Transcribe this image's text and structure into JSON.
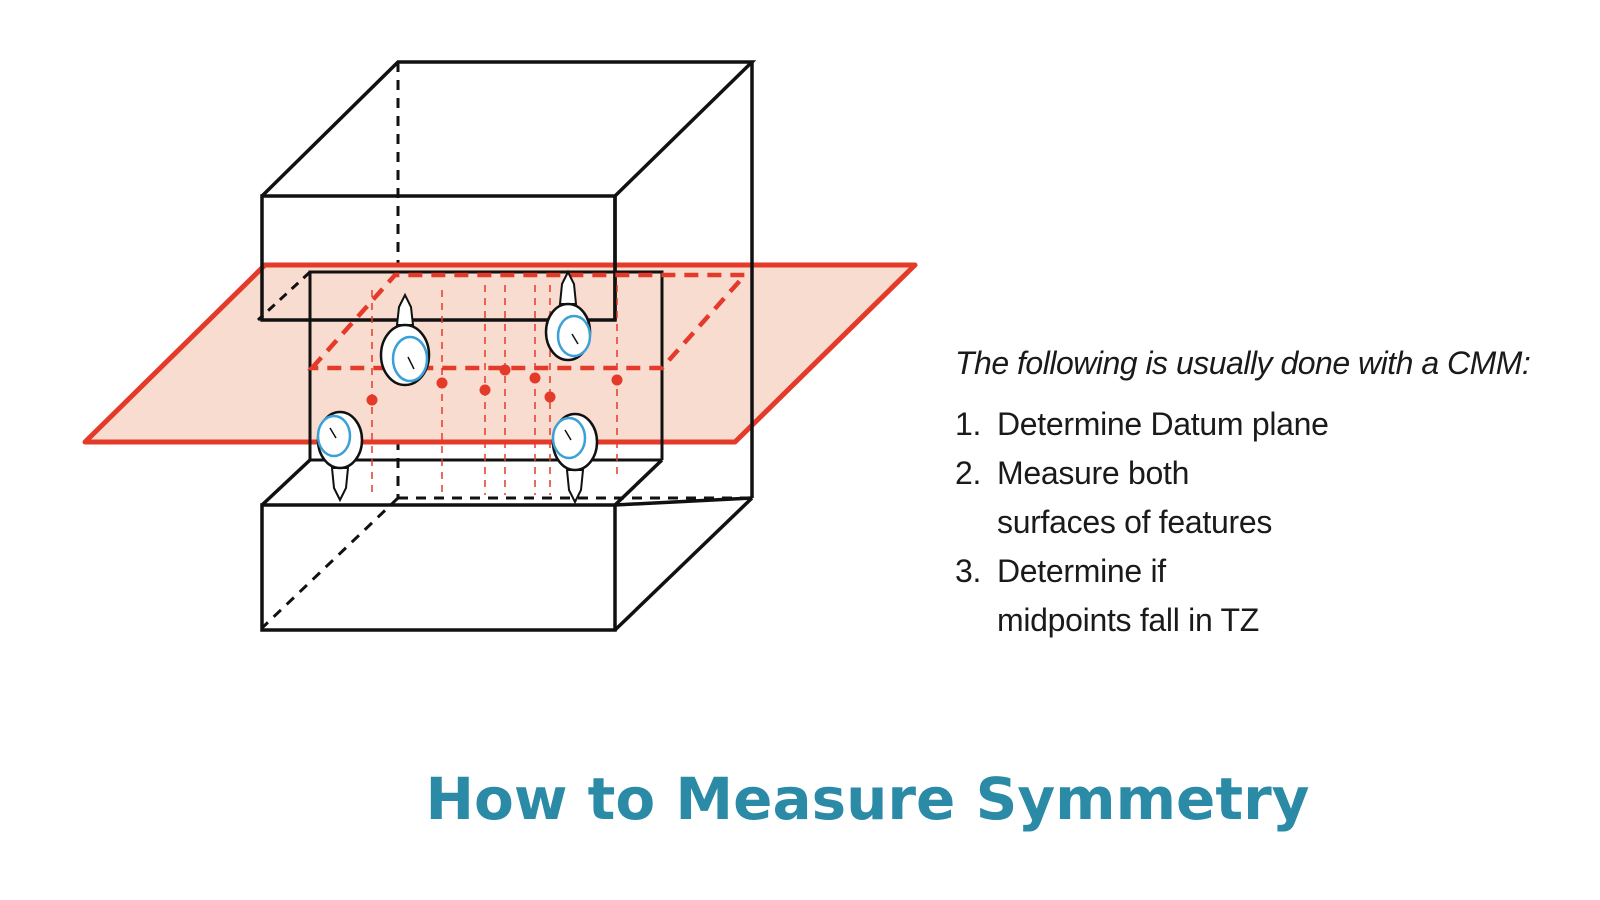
{
  "diagram": {
    "colors": {
      "outline": "#111111",
      "datum_plane_stroke": "#e43a2a",
      "datum_plane_fill": "#f8dccf",
      "midpoint_marks": "#e43a2a",
      "probe_ring": "#3aa0d8"
    },
    "icons": [
      "dial-indicator-icon",
      "dial-indicator-icon",
      "dial-indicator-icon",
      "dial-indicator-icon"
    ]
  },
  "instructions": {
    "intro": "The following is usually done with a CMM:",
    "steps": [
      {
        "num": "1.",
        "text": "Determine Datum plane"
      },
      {
        "num": "2.",
        "text": "Measure both\nsurfaces of features"
      },
      {
        "num": "3.",
        "text": "Determine if\nmidpoints fall in TZ"
      }
    ]
  },
  "footer": {
    "title": "How to Measure Symmetry"
  }
}
